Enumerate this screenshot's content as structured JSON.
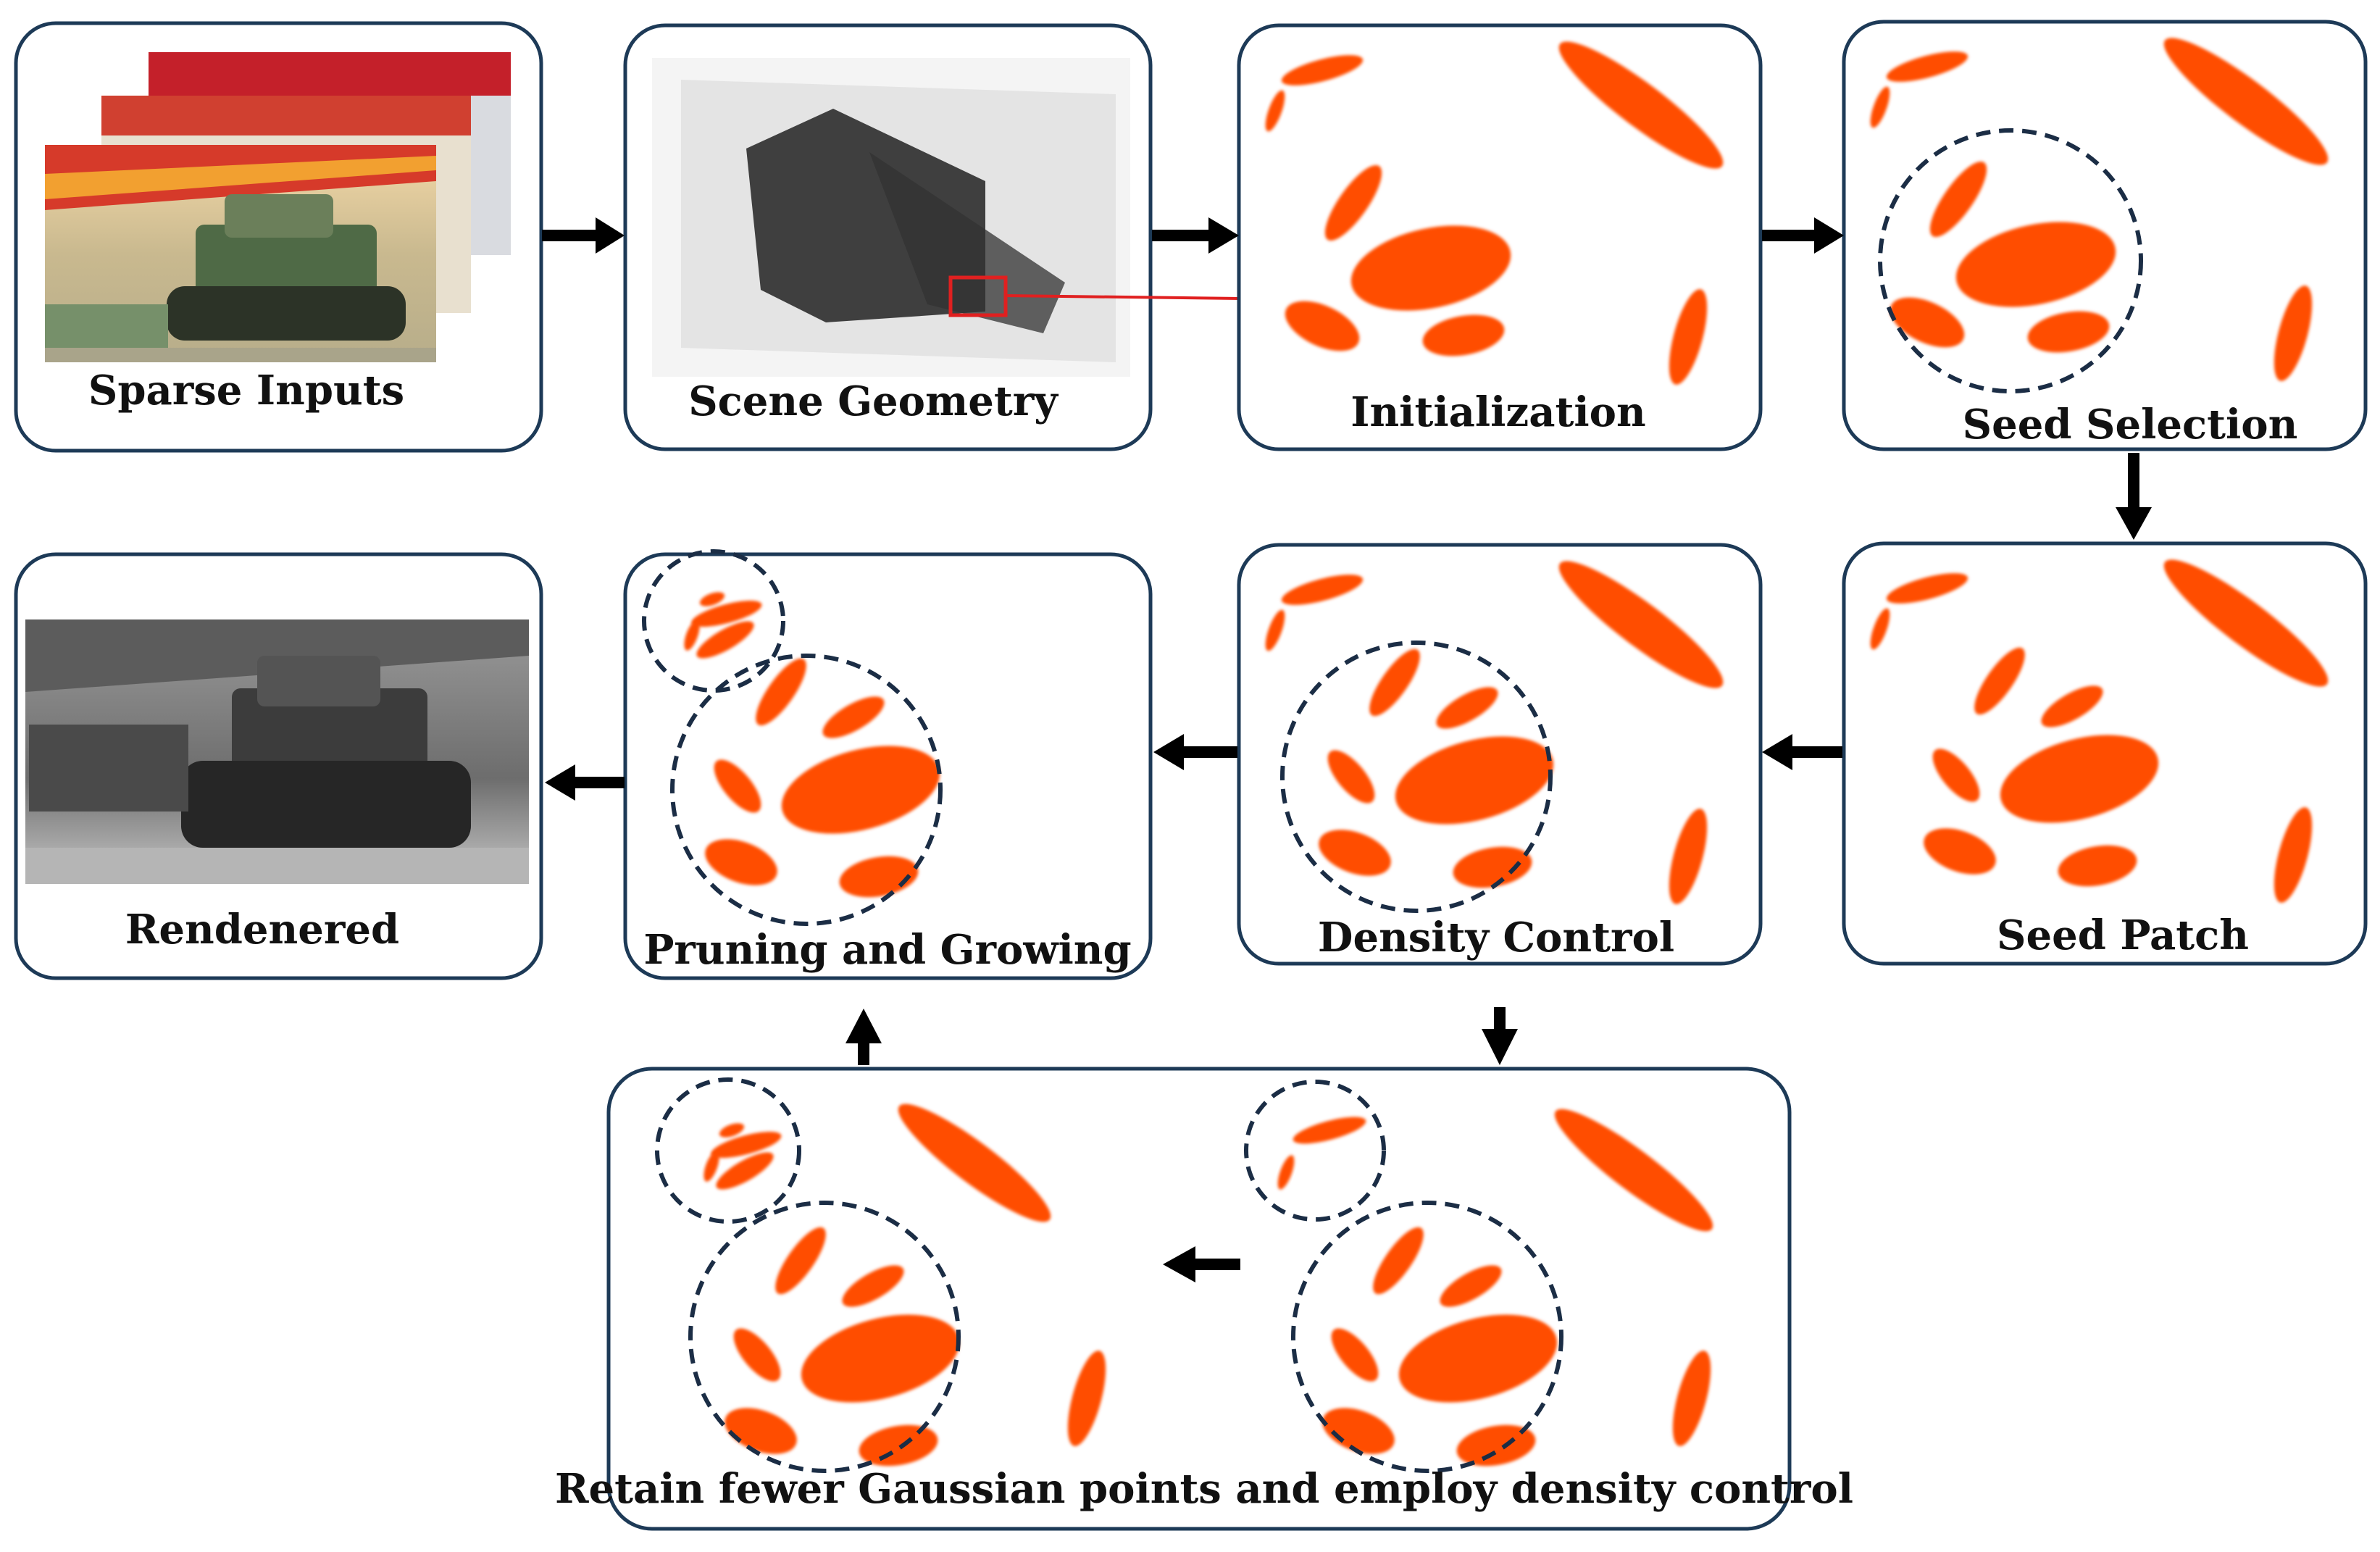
{
  "nodes": {
    "sparse_inputs": "Sparse Inputs",
    "scene_geometry": "Scene Geometry",
    "initialization": "Initialization",
    "seed_selection": "Seed Selection",
    "seed_patch": "Seed Patch",
    "density_control": "Density Control",
    "pruning_growing": "Pruning and Growing",
    "rendered": "Rendenered",
    "retain": "Retain fewer Gaussian points and employ density control"
  },
  "colors": {
    "gaussian": "#ff4e00",
    "box_border": "#1d3a57",
    "dashed_circle": "#1b2d45",
    "highlight_box": "#e02020"
  }
}
